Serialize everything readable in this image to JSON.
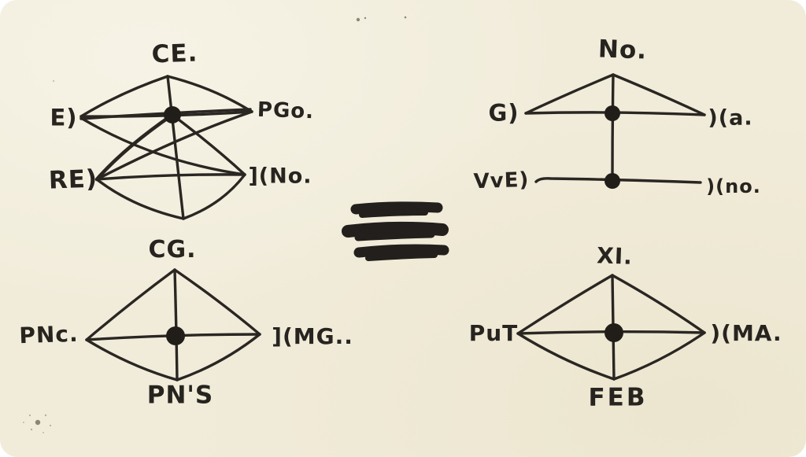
{
  "colors": {
    "paper": "#f1ecda",
    "ink": "#272420"
  },
  "figures": {
    "top_left": {
      "top": "CE.",
      "mid_left": "E)",
      "mid_right": "PGo.",
      "low_left": "RE)",
      "low_right": "](No."
    },
    "top_right": {
      "top": "No.",
      "mid_left": "G)",
      "mid_right": ")(a.",
      "low_left": "VvE)",
      "low_right": ")(no."
    },
    "bottom_left": {
      "top": "CG.",
      "left": "PNc.",
      "right": "](MG..",
      "bottom": "PN'S"
    },
    "bottom_right": {
      "top": "XI.",
      "left": "PuT",
      "right": ")(MA.",
      "bottom": "FEB"
    }
  },
  "equals_sign": {
    "stroke_count": 3,
    "meaning": "equivalence between left and right sketches"
  }
}
